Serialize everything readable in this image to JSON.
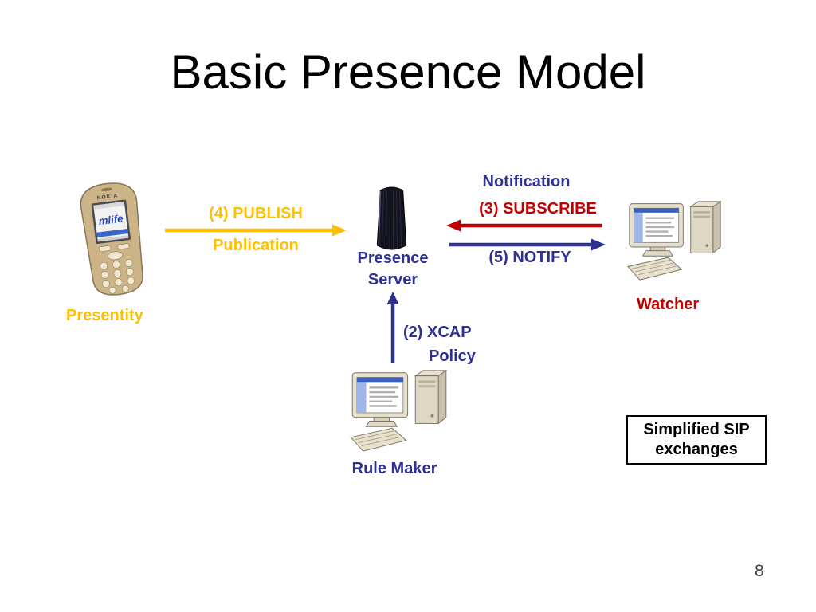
{
  "slide": {
    "title": "Basic Presence Model",
    "page_number": "8"
  },
  "colors": {
    "publish_gold": "#FFC000",
    "subscribe_red": "#C00000",
    "notify_blue": "#2E3192",
    "text_black": "#000000"
  },
  "images": {
    "presentity": "nokia-phone",
    "server": "server-tower",
    "watcher": "desktop-computer",
    "rule_maker": "desktop-computer"
  },
  "devices": {
    "phone": {
      "brand": "NOKIA",
      "screen_text": "mlife"
    },
    "presentity_label": "Presentity",
    "server_label_line1": "Presence",
    "server_label_line2": "Server",
    "watcher_label": "Watcher",
    "rule_maker_label": "Rule Maker"
  },
  "flows": {
    "publish": {
      "label": "(4) PUBLISH",
      "sublabel": "Publication",
      "color": "#FFC000"
    },
    "notification_label": "Notification",
    "subscribe": {
      "label": "(3) SUBSCRIBE",
      "color": "#C00000"
    },
    "notify": {
      "label": "(5) NOTIFY",
      "color": "#2E3192"
    },
    "xcap": {
      "label_line1": "(2) XCAP",
      "label_line2": "Policy",
      "color": "#2E3192"
    }
  },
  "callout": {
    "line1": "Simplified SIP",
    "line2": "exchanges"
  }
}
